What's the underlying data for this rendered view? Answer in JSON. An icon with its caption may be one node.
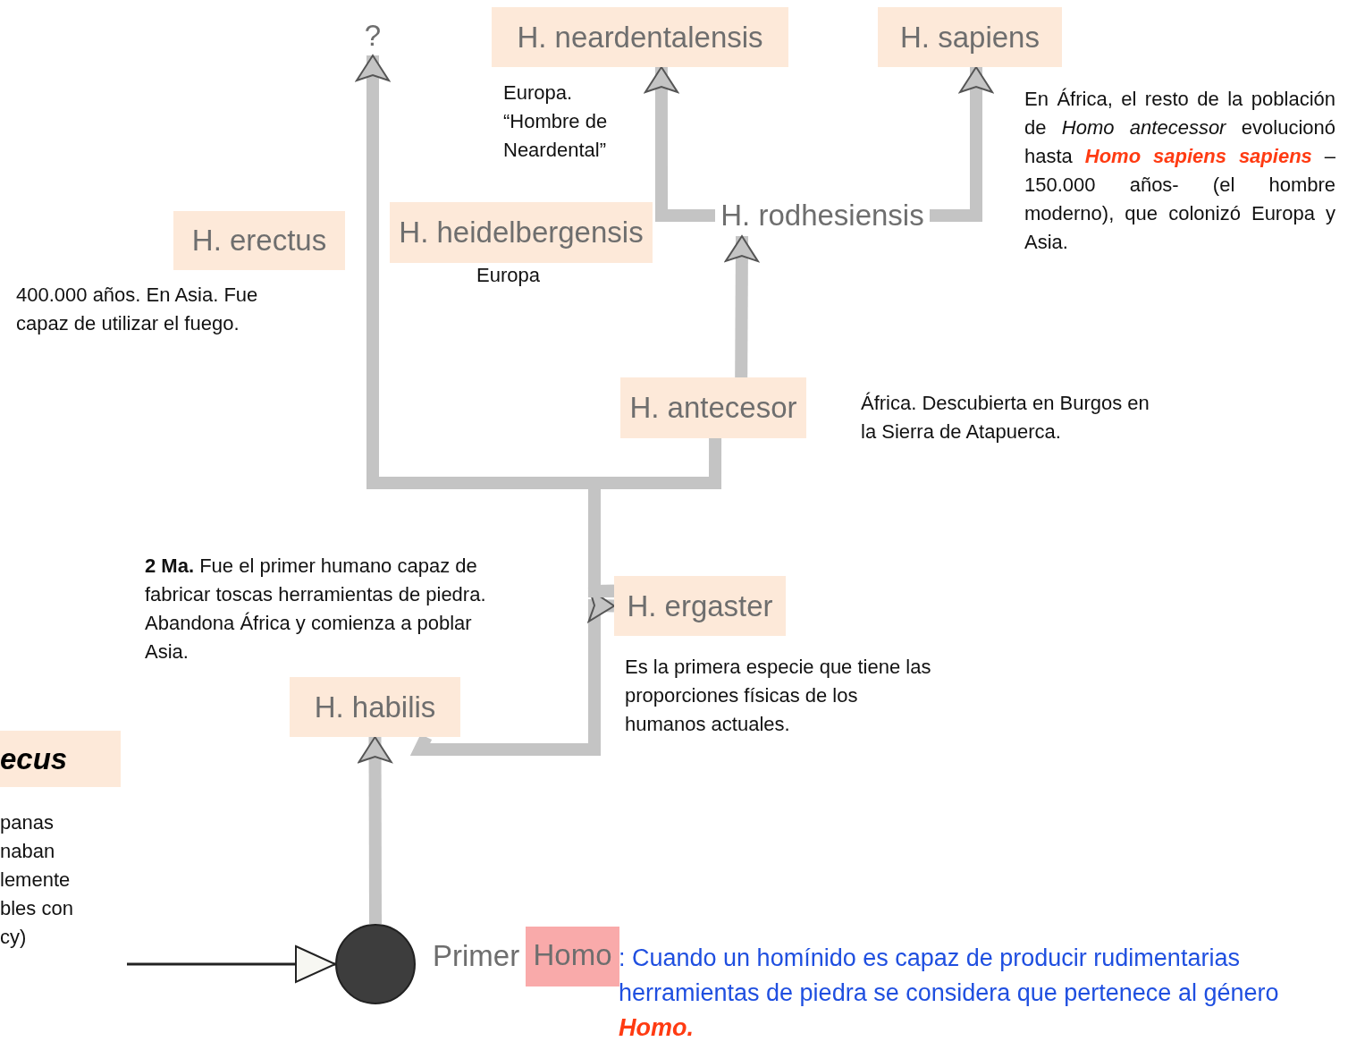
{
  "diagram": {
    "nodes": [
      {
        "text": [
          "?"
        ]
      },
      {
        "text": [
          "H. neardentalensis"
        ],
        "beside": [
          "Europa. “Hombre de Neardental”"
        ]
      },
      {
        "text": [
          "H. sapiens"
        ]
      },
      {
        "text": [
          "H. erectus"
        ],
        "beside": [
          "400.000 años. En Asia. Fue capaz de utilizar el fuego."
        ]
      },
      {
        "text": [
          "H. heidelbergensis"
        ],
        "beside": [
          "Europa"
        ]
      },
      {
        "text": [
          "H. rodhesiensis"
        ]
      },
      {
        "text": [
          "H. antecesor"
        ],
        "beside": [
          "África. Descubierta en Burgos en la Sierra de Atapuerca."
        ]
      },
      {
        "text": [
          "H. ergaster"
        ],
        "beside": [
          "Es la primera especie que tiene las proporciones físicas de los humanos actuales."
        ]
      },
      {
        "text": [
          "H. habilis"
        ],
        "beside": [
          "**2 Ma.** Fue el primer humano capaz de fabricar toscas herramientas de piedra. Abandona África y comienza a poblar Asia."
        ]
      },
      {
        "text": [
          "ecus"
        ],
        "beside": [
          "panas naban lemente bles con cy)"
        ]
      },
      {
        "text": [],
        "shape": "circle",
        "beside": [
          "Primer",
          "Homo"
        ]
      }
    ],
    "edges": [
      {
        "from": 10,
        "to": 8,
        "arrow": "to"
      },
      {
        "from": 8,
        "to": 7,
        "arrow": "to"
      },
      {
        "from": 7,
        "to": 0,
        "arrow": "to"
      },
      {
        "from": 7,
        "to": 6,
        "arrow": "none"
      },
      {
        "from": 6,
        "to": 5,
        "arrow": "to"
      },
      {
        "from": 5,
        "to": 1,
        "arrow": "to"
      },
      {
        "from": 5,
        "to": 2,
        "arrow": "to"
      },
      {
        "from": null,
        "to": 10,
        "arrow": "to",
        "color": "#222222"
      }
    ],
    "labels": [
      "En África, el resto de la población de *Homo antecessor* evolucionó hasta **Homo sapiens sapiens** – 150.000 años- (el hombre moderno), que colonizó Europa y Asia.",
      ": Cuando un homínido es capaz de producir rudimentarias herramientas de piedra se considera que pertenece al género **Homo.**"
    ]
  }
}
